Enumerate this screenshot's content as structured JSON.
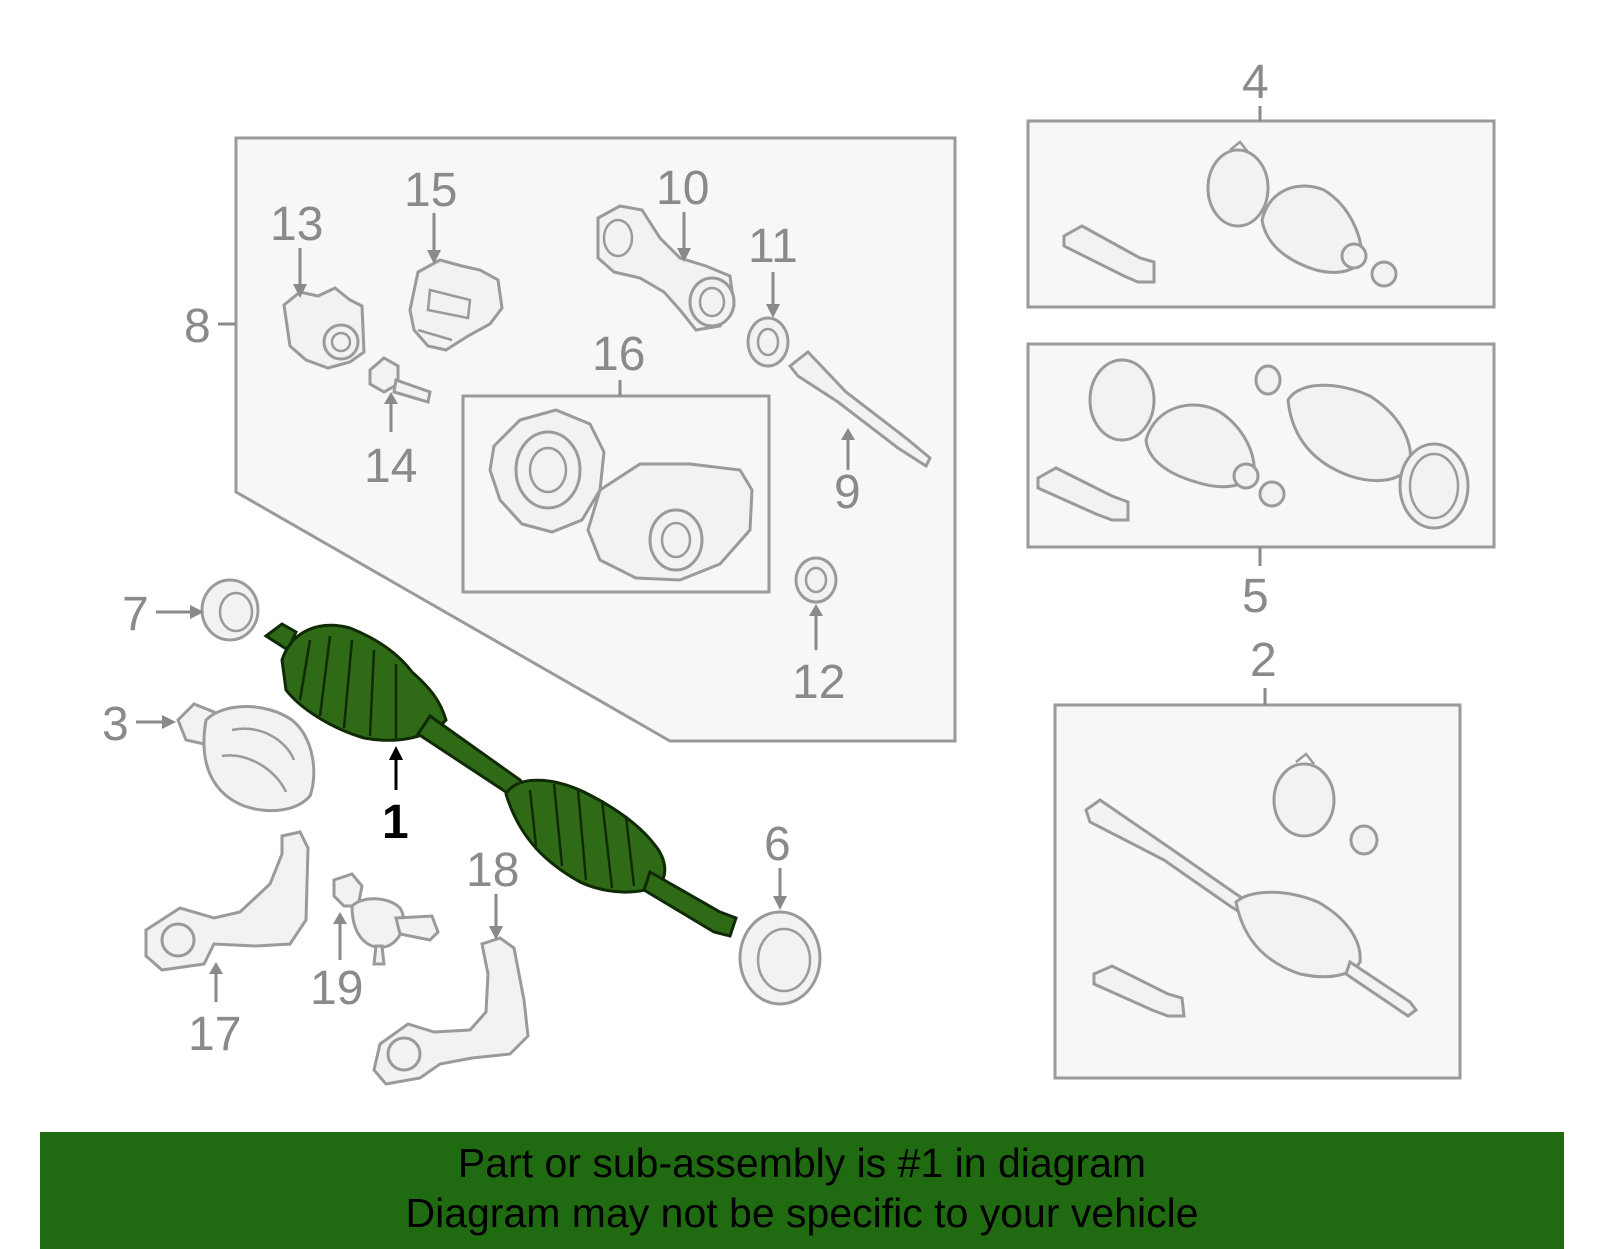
{
  "diagram": {
    "callouts": [
      "1",
      "2",
      "3",
      "4",
      "5",
      "6",
      "7",
      "8",
      "9",
      "10",
      "11",
      "12",
      "13",
      "14",
      "15",
      "16",
      "17",
      "18",
      "19"
    ],
    "highlighted_part": "1",
    "colors": {
      "highlight": "#2f6b16",
      "banner": "#206b12",
      "parts": "#9a9a9a",
      "box_fill": "#f7f7f7"
    }
  },
  "banner": {
    "line1": "Part or sub-assembly is #1 in diagram",
    "line2": "Diagram may not be specific to your vehicle"
  }
}
